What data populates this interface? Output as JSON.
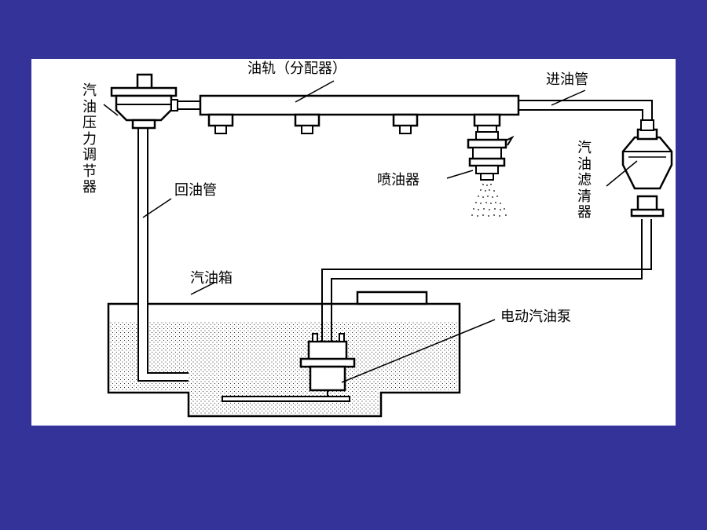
{
  "labels": {
    "fuel_rail": "油轨（分配器）",
    "inlet_pipe": "进油管",
    "pressure_regulator": "汽油压力调节器",
    "return_pipe": "回油管",
    "fuel_injector": "喷油器",
    "fuel_filter": "汽油滤清器",
    "fuel_tank": "汽油箱",
    "electric_pump": "电动汽油泵"
  },
  "colors": {
    "slide_background": "#333399",
    "panel_background": "#ffffff",
    "line": "#000000"
  }
}
